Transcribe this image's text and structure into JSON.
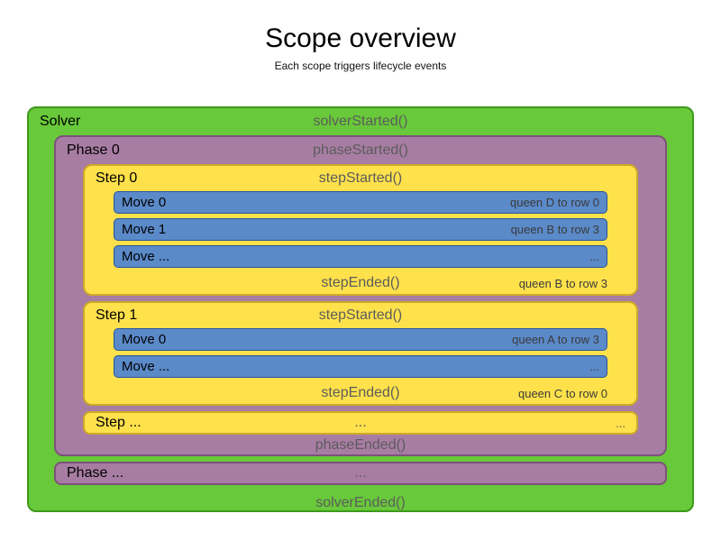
{
  "title": "Scope overview",
  "subtitle": "Each scope triggers lifecycle events",
  "colors": {
    "solver_fill": "#68c93a",
    "solver_border": "#3f9a1d",
    "phase_fill": "#a87da3",
    "phase_border": "#7d527b",
    "step_fill": "#ffe14b",
    "step_border": "#cca928",
    "move_fill": "#5b8ac9",
    "move_border": "#27549b"
  },
  "solver": {
    "label": "Solver",
    "started": "solverStarted()",
    "ended": "solverEnded()"
  },
  "phase": {
    "label": "Phase 0",
    "started": "phaseStarted()",
    "ended": "phaseEnded()"
  },
  "steps": [
    {
      "label": "Step 0",
      "started": "stepStarted()",
      "moves": [
        {
          "label": "Move 0",
          "note": "queen D to row 0"
        },
        {
          "label": "Move 1",
          "note": "queen B to row 3"
        },
        {
          "label": "Move ...",
          "note": "..."
        }
      ],
      "ended": "stepEnded()",
      "ended_note": "queen B to row 3"
    },
    {
      "label": "Step 1",
      "started": "stepStarted()",
      "moves": [
        {
          "label": "Move 0",
          "note": "queen A to row 3"
        },
        {
          "label": "Move ...",
          "note": "..."
        }
      ],
      "ended": "stepEnded()",
      "ended_note": "queen C to row 0"
    }
  ],
  "step_more": {
    "label": "Step ...",
    "center": "...",
    "right": "..."
  },
  "phase_more": {
    "label": "Phase ...",
    "center": "..."
  }
}
